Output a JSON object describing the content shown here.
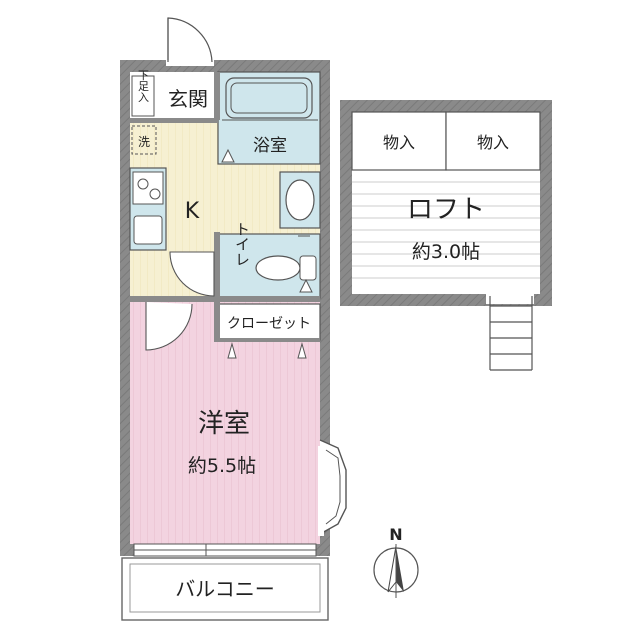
{
  "rooms": {
    "genkan": "玄関",
    "getabako": "下足入",
    "sentaku": "洗",
    "bath": "浴室",
    "kitchen": "K",
    "toilet": "トイレ",
    "closet": "クローゼット",
    "youshitsu": "洋室",
    "youshitsu_size": "約5.5帖",
    "balcony": "バルコニー"
  },
  "loft": {
    "storage_left": "物入",
    "storage_right": "物入",
    "name": "ロフト",
    "size": "約3.0帖"
  },
  "compass": {
    "label": "N"
  },
  "colors": {
    "kitchen_floor": "#f6f0d2",
    "bath_fill": "#cfe6ec",
    "western_room": "#f3d3e0",
    "wall": "#8a8a8a"
  }
}
